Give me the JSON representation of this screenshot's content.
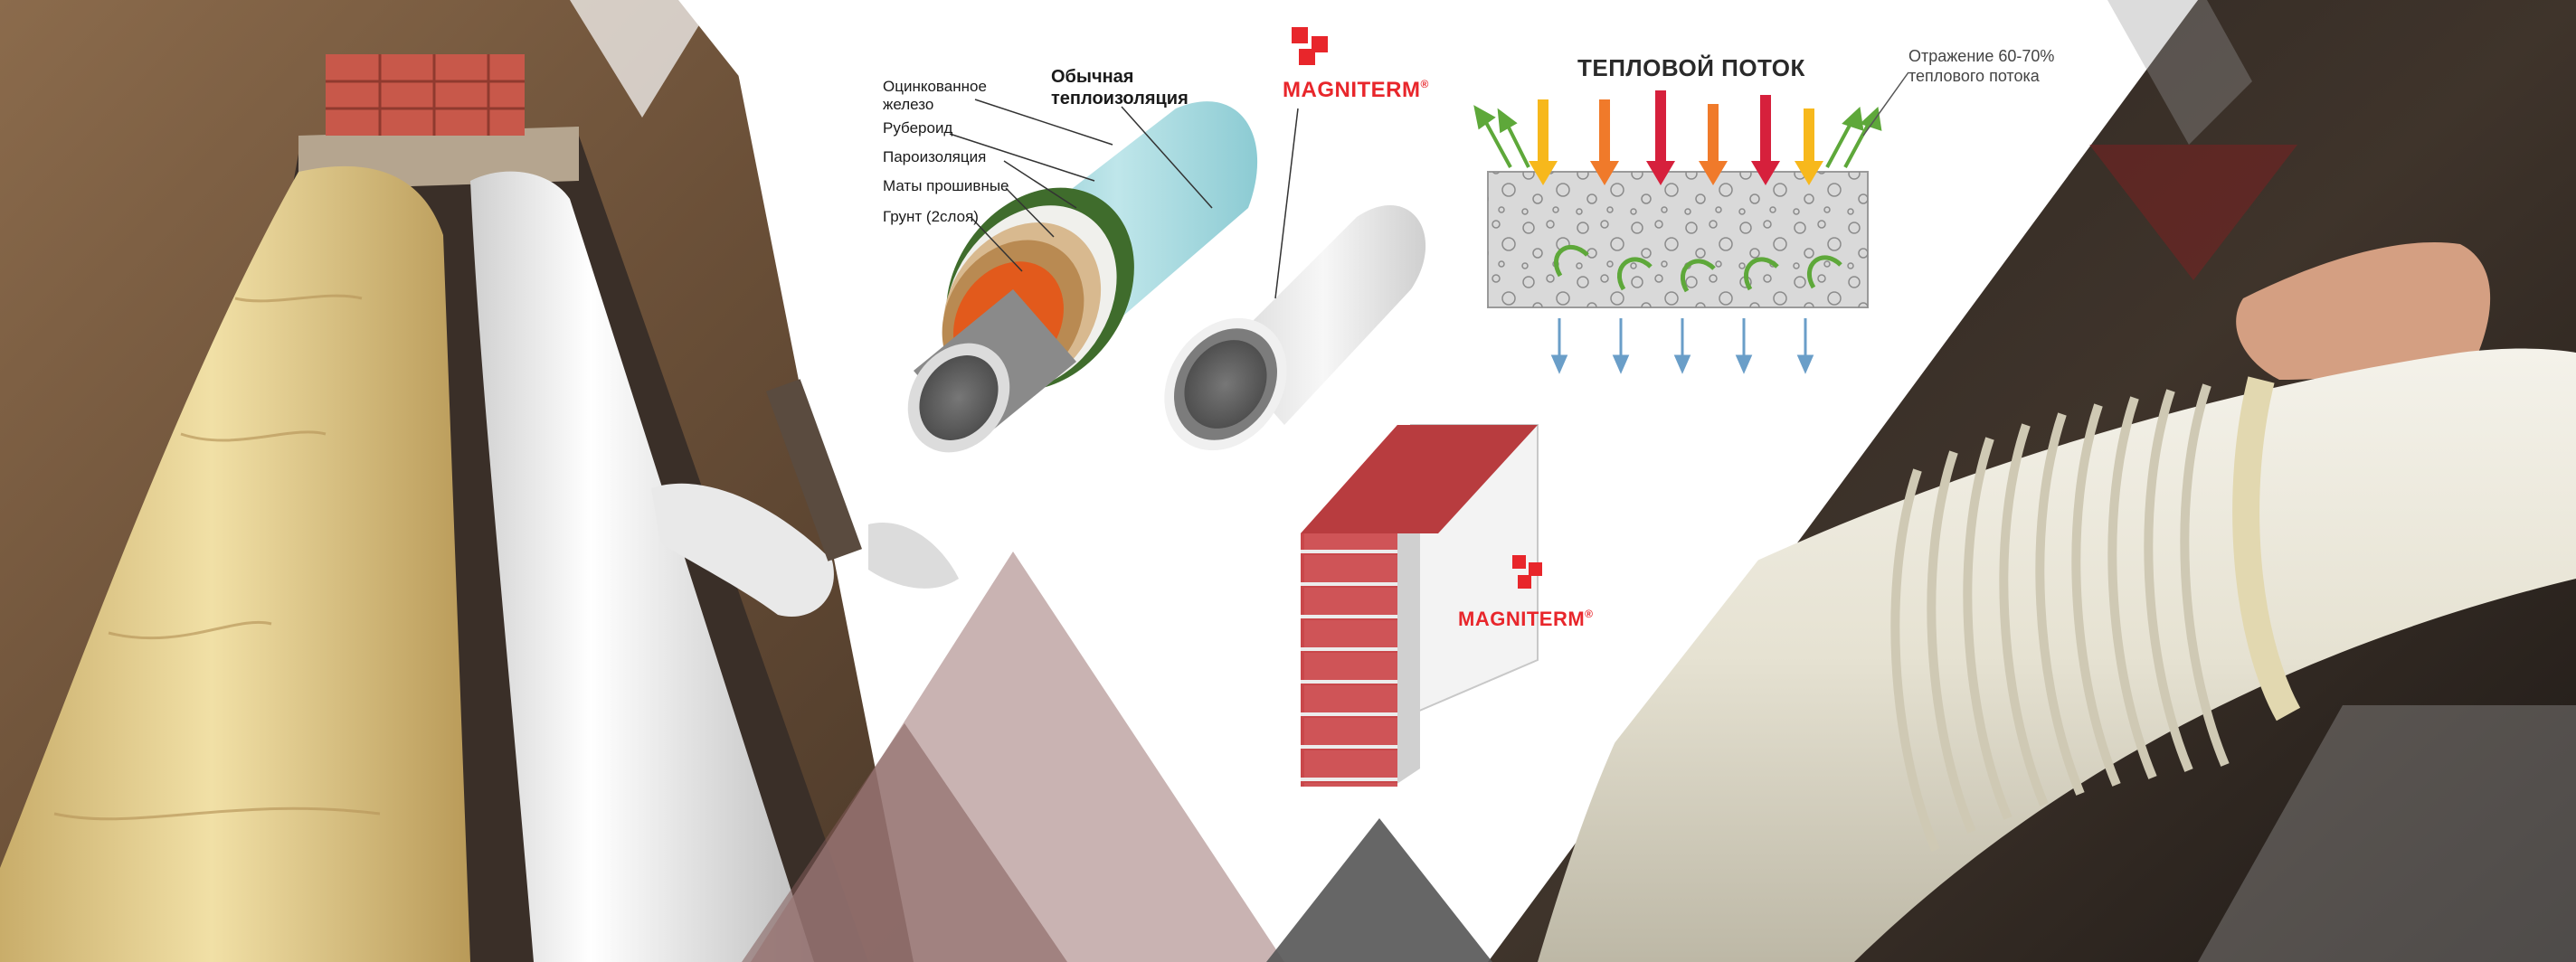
{
  "diagram_pipes": {
    "legend": [
      "Оцинкованное",
      "железо",
      "Рубероид",
      "Пароизоляция",
      "Маты прошивные",
      "Грунт (2слоя)"
    ],
    "conventional_label_line1": "Обычная",
    "conventional_label_line2": "теплоизоляция",
    "brand_name": "MAGNITERM",
    "registered_mark": "®"
  },
  "diagram_heatflow": {
    "title": "ТЕПЛОВОЙ ПОТОК",
    "reflection_line1": "Отражение 60-70%",
    "reflection_line2": "теплового потока"
  },
  "diagram_wall": {
    "brand_name": "MAGNITERM",
    "registered_mark": "®"
  },
  "colors": {
    "brand_red": "#e8262b",
    "arrow_red": "#d6203c",
    "arrow_orange": "#f07a2a",
    "arrow_yellow": "#f7b81c",
    "arrow_green": "#5ea83a",
    "arrow_blue": "#6a9ec8",
    "pipe_coating": "#a9d9df",
    "brick": "#c9474a"
  }
}
